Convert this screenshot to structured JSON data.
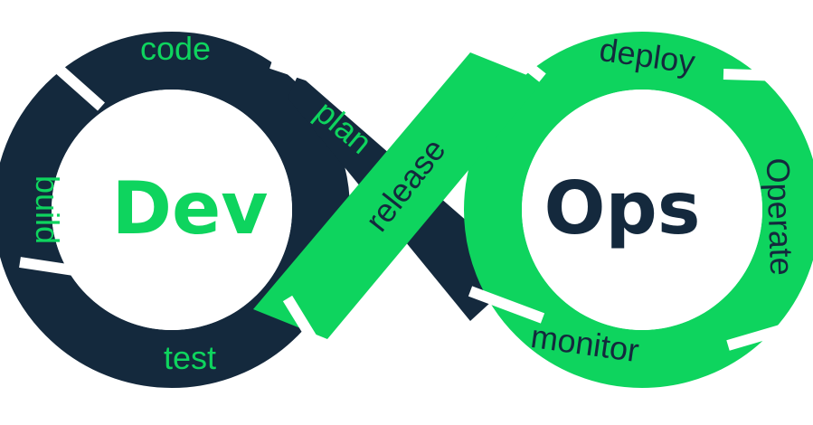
{
  "colors": {
    "navy": "#14293d",
    "green": "#0ed45e",
    "white": "#ffffff"
  },
  "dev": {
    "title": "Dev",
    "stages": {
      "code": "code",
      "build": "build",
      "test": "test",
      "plan": "plan"
    }
  },
  "ops": {
    "title": "Ops",
    "stages": {
      "release": "release",
      "deploy": "deploy",
      "operate": "Operate",
      "monitor": "monitor"
    }
  }
}
